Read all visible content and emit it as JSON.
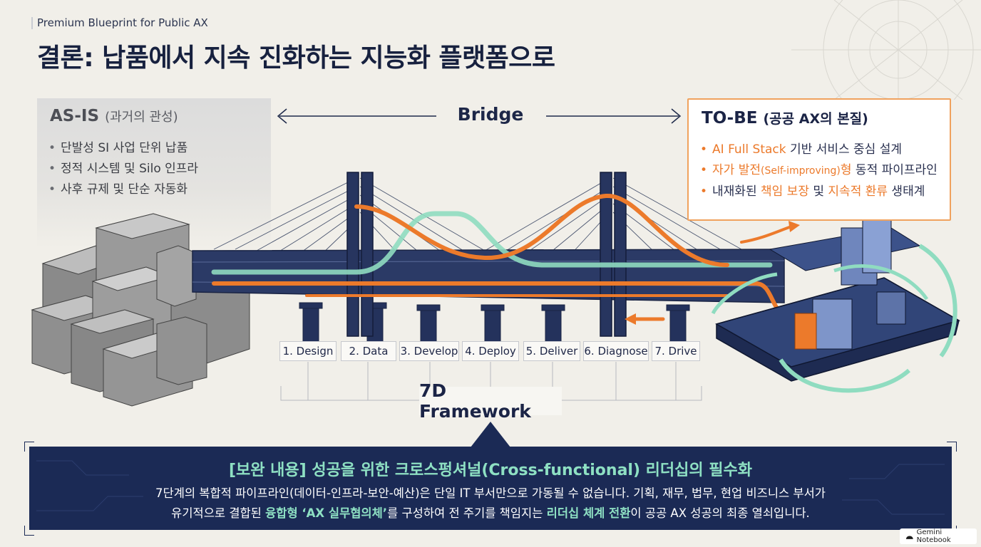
{
  "header": {
    "eyebrow": "Premium Blueprint for Public AX",
    "title": "결론: 납품에서 지속 진화하는 지능화 플랫폼으로"
  },
  "as_is": {
    "title": "AS-IS",
    "subtitle": "(과거의 관성)",
    "items": [
      "단발성 SI 사업 단위 납품",
      "정적 시스템 및 Silo 인프라",
      "사후 규제 및 단순 자동화"
    ]
  },
  "bridge": {
    "label": "Bridge"
  },
  "to_be": {
    "title": "TO-BE",
    "subtitle": "(공공 AX의 본질)",
    "item1": {
      "accent": "AI Full Stack",
      "rest": " 기반 서비스 중심 설계"
    },
    "item2": {
      "accent": "자가 발전",
      "paren": "(Self-improving)",
      "accent2": "형",
      "rest": " 동적 파이프라인"
    },
    "item3": {
      "pre": "내재화된 ",
      "accent": "책임 보장",
      "mid": " 및 ",
      "accent2": "지속적 환류",
      "rest": " 생태계"
    }
  },
  "stages": [
    "1. Design",
    "2. Data",
    "3. Develop",
    "4. Deploy",
    "5. Deliver",
    "6. Diagnose",
    "7. Drive"
  ],
  "framework": {
    "label": "7D Framework"
  },
  "banner": {
    "headline": "[보완 내용] 성공을 위한 크로스펑셔널(Cross-functional) 리더십의 필수화",
    "line1": "7단계의 복합적 파이프라인(데이터-인프라-보안-예산)은 단일 IT 부서만으로 가동될 수 없습니다. 기획, 재무, 법무, 현업 비즈니스 부서가",
    "line2_a": "유기적으로 결합된 ",
    "line2_hl1": "융합형 ‘AX 실무협의체’",
    "line2_b": "를 구성하여 전 주기를 책임지는 ",
    "line2_hl2": "리더십 체계 전환",
    "line2_c": "이 공공 AX 성공의 최종 열쇠입니다."
  },
  "watermark": {
    "label": "Gemini Notebook"
  },
  "colors": {
    "navy": "#1b2a55",
    "orange": "#ec7a2b",
    "mint": "#8ee0c3",
    "background": "#f1efe9"
  }
}
